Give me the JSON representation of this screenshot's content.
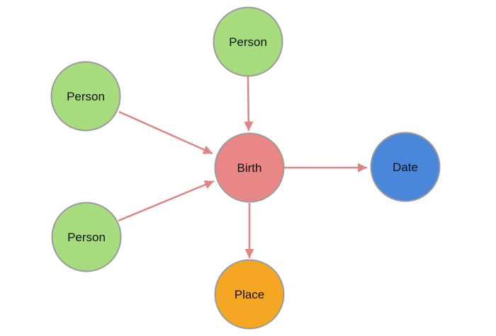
{
  "diagram": {
    "type": "entity-relationship-graph",
    "background": "#FFFFFF",
    "text_color": "#111111",
    "node_border_color": "#9B9B9B",
    "arrow_color": "#E08383",
    "nodes": {
      "person_top": {
        "label": "Person",
        "fill": "#A6DC7E"
      },
      "person_upper_left": {
        "label": "Person",
        "fill": "#A6DC7E"
      },
      "person_lower_left": {
        "label": "Person",
        "fill": "#A6DC7E"
      },
      "birth": {
        "label": "Birth",
        "fill": "#E98686"
      },
      "date": {
        "label": "Date",
        "fill": "#4A86D9"
      },
      "place": {
        "label": "Place",
        "fill": "#F5A623"
      }
    },
    "edges": [
      {
        "from": "person_top",
        "to": "birth"
      },
      {
        "from": "person_upper_left",
        "to": "birth"
      },
      {
        "from": "person_lower_left",
        "to": "birth"
      },
      {
        "from": "birth",
        "to": "date"
      },
      {
        "from": "birth",
        "to": "place"
      }
    ]
  }
}
